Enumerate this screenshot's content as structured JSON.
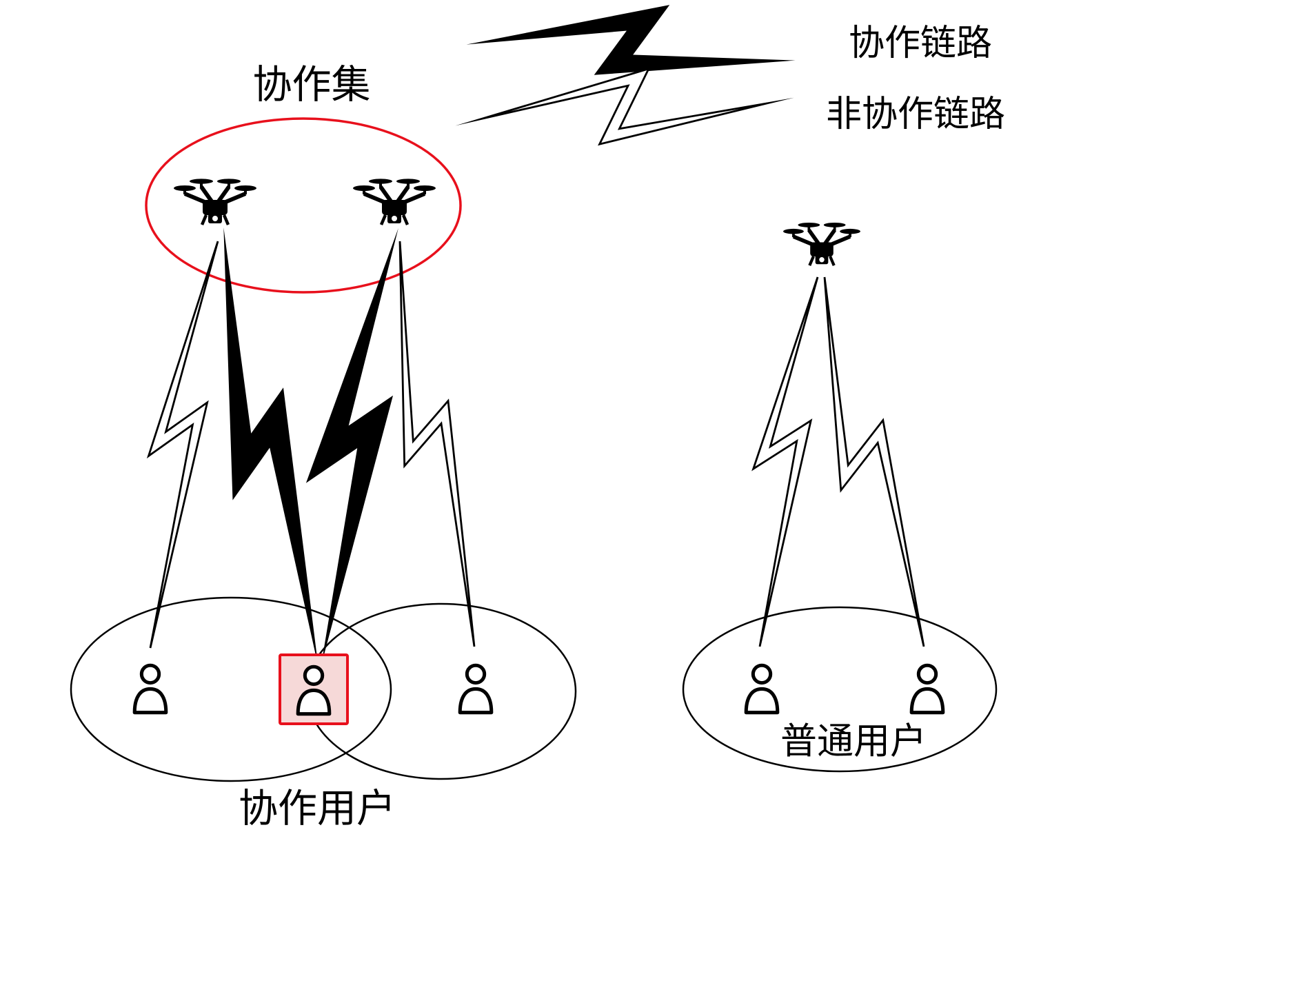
{
  "diagram": {
    "cooperation_set_label": "协作集",
    "cooperative_users_label": "协作用户",
    "normal_users_label": "普通用户",
    "legend": {
      "cooperative_link_label": "协作链路",
      "non_cooperative_link_label": "非协作链路"
    },
    "colors": {
      "highlight_red": "#e8101c",
      "highlight_box_fill": "#f6d9d8",
      "ink": "#000000",
      "background": "#ffffff"
    }
  }
}
